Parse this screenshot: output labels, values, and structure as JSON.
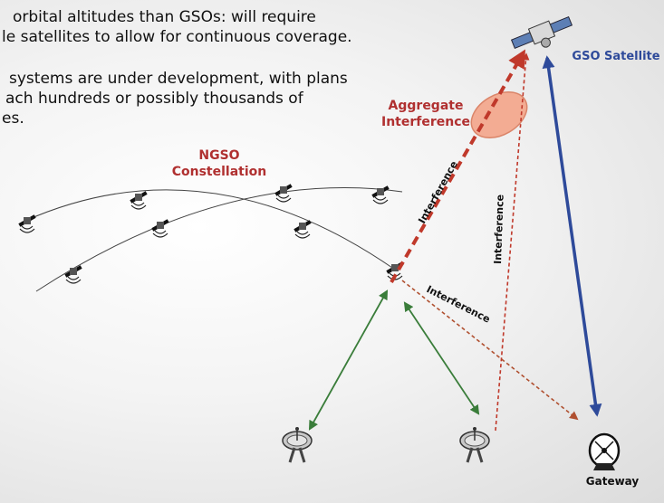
{
  "bullets": {
    "line1a": "orbital altitudes than GSOs: will require",
    "line1b": "le satellites to allow for continuous coverage.",
    "line2a": "systems are under development, with plans",
    "line2b": "ach hundreds or possibly thousands of",
    "line2c": "es."
  },
  "labels": {
    "ngso_line1": "NGSO",
    "ngso_line2": "Constellation",
    "aggregate_line1": "Aggregate",
    "aggregate_line2": "Interference",
    "gso_satellite": "GSO Satellite",
    "gateway": "Gateway",
    "interference_1": "Interference",
    "interference_2": "Interference",
    "interference_3": "Interference"
  },
  "colors": {
    "ngso_red": "#b03030",
    "gso_blue": "#2e4a9a",
    "green_link": "#3a7d3a",
    "interference_dash": "#b05030",
    "aggregate_ellipse": "#f4a58a"
  }
}
